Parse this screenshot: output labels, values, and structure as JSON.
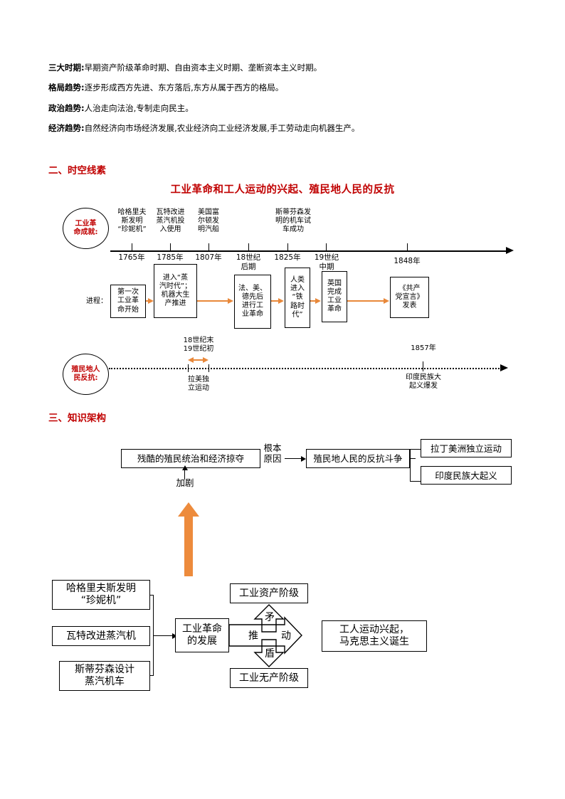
{
  "intro": {
    "lines": [
      {
        "label": "三大时期:",
        "text": "早期资产阶级革命时期、自由资本主义时期、垄断资本主义时期。"
      },
      {
        "label": "格局趋势:",
        "text": "逐步形成西方先进、东方落后,东方从属于西方的格局。"
      },
      {
        "label": "政治趋势:",
        "text": "人治走向法治,专制走向民主。"
      },
      {
        "label": "经济趋势:",
        "text": "自然经济向市场经济发展,农业经济向工业经济发展,手工劳动走向机器生产。"
      }
    ]
  },
  "sections": {
    "two": "二、时空线素",
    "three": "三、知识架构"
  },
  "timeline": {
    "title": "工业革命和工人运动的兴起、殖民地人民的反抗",
    "achievement_badge": "工业革\n命成就:",
    "resistance_badge": "殖民地人\n民反抗:",
    "process_label": "进程：",
    "years": [
      "1765年",
      "1785年",
      "1807年",
      "18世纪\n后期",
      "1825年",
      "19世纪\n中期",
      "1848年"
    ],
    "events_top": [
      "哈格里夫\n斯发明\n“珍妮机”",
      "瓦特改进\n蒸汽机投\n入使用",
      "美国富\n尔顿发\n明汽船",
      "斯蒂芬森发\n明的机车试\n车成功"
    ],
    "process_boxes": [
      "第一次\n工业革\n命开始",
      "进入“蒸\n汽时代”；\n机器大生\n产推进",
      "法、美、\n德先后\n进行工\n业革命",
      "人类\n进入\n“铁\n路时\n代”",
      "英国\n完成\n工业\n革命",
      "《共产\n党宣言》\n发表"
    ],
    "resistance": {
      "period_label": "18世纪末\n19世纪初",
      "period_event": "拉美独\n立运动",
      "year_label": "1857年",
      "year_event": "印度民族大\n起义爆发"
    }
  },
  "structure": {
    "cause_box": "残酷的殖民统治和经济掠夺",
    "cause_link": "根本\n原因",
    "effect_box": "殖民地人民的反抗斗争",
    "outcomes": [
      "拉丁美洲独立运动",
      "印度民族大起义"
    ],
    "intensify_label": "加剧",
    "inventions": [
      "哈格里夫斯发明\n“珍妮机”",
      "瓦特改进蒸汽机",
      "斯蒂芬森设计\n蒸汽机车"
    ],
    "center_box": "工业革命\n的发展",
    "class_top": "工业资产阶级",
    "class_bottom": "工业无产阶级",
    "push_label": "推",
    "move_label": "动",
    "conflict_top": "矛",
    "conflict_bottom": "盾",
    "result_box": "工人运动兴起，\n马克思主义诞生"
  },
  "colors": {
    "heading_red": "#C00000",
    "orange": "#E8883A",
    "big_orange": "#ED8B3C",
    "black": "#000000"
  }
}
